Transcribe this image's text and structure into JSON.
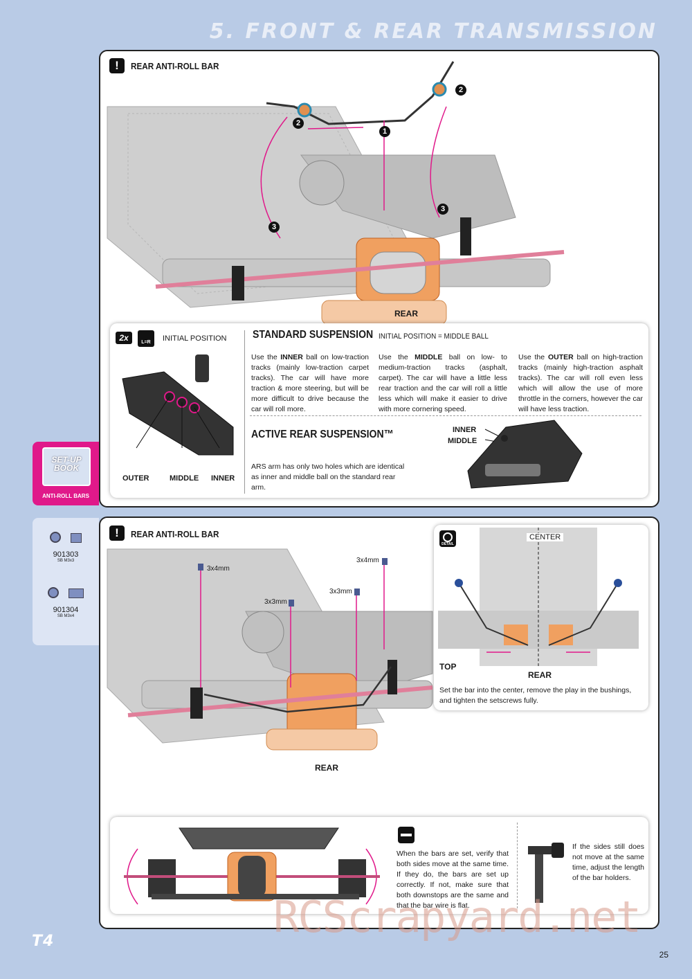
{
  "page_title": "5. FRONT & REAR TRANSMISSION",
  "top_panel": {
    "section_title": "REAR ANTI-ROLL BAR",
    "step_numbers": [
      "1",
      "2",
      "2",
      "3",
      "3"
    ],
    "rear_label": "REAR"
  },
  "setup_card": {
    "badge_2x": "2x",
    "badge_lr": "L=R",
    "initial_position": "INITIAL POSITION",
    "ball_labels": {
      "outer": "OUTER",
      "middle": "MIDDLE",
      "inner": "INNER"
    },
    "standard_title": "STANDARD SUSPENSION",
    "standard_subtitle": "INITIAL POSITION = MIDDLE BALL",
    "col_inner": {
      "pre": "Use the ",
      "bold": "INNER",
      "post": " ball on low-traction tracks (mainly low-traction carpet tracks). The car will have more traction & more steering, but will be more difficult to drive because the car will roll more."
    },
    "col_middle": {
      "pre": "Use the ",
      "bold": "MIDDLE",
      "post": " ball on low- to medium-traction tracks (asphalt, carpet). The car will have a little less rear traction and the car will roll a little less which will make it easier to drive with more cornering speed."
    },
    "col_outer": {
      "pre": "Use the ",
      "bold": "OUTER",
      "post": " ball on high-traction tracks (mainly high-traction asphalt tracks). The car will roll even less which will allow the use of more throttle in the corners, however the car will have less traction."
    },
    "ars_title": "ACTIVE REAR SUSPENSION™",
    "ars_text": "ARS arm has only two holes which are identical as inner and middle ball on the standard rear arm.",
    "ars_inner": "INNER",
    "ars_middle": "MIDDLE"
  },
  "setup_tab": {
    "book": "SET-UP BOOK",
    "caption": "ANTI-ROLL BARS"
  },
  "parts_tab": [
    {
      "code": "901303",
      "desc": "SB M3x3"
    },
    {
      "code": "901304",
      "desc": "SB M3x4"
    }
  ],
  "bottom_panel": {
    "section_title": "REAR ANTI-ROLL BAR",
    "screw_labels": {
      "a": "3x4mm",
      "b": "3x4mm",
      "c": "3x3mm",
      "d": "3x3mm"
    },
    "rear_label": "REAR",
    "detail": {
      "icon_label": "DETAIL",
      "center_label": "CENTER",
      "top_label": "TOP",
      "rear_label": "REAR",
      "text": "Set the bar into the center, remove the play in the bushings, and tighten the setscrews fully."
    },
    "check_card": {
      "text1": "When the bars are set, verify that both sides move at the same time. If they do, the bars are set up correctly. If not, make sure that both downstops are the same and that the bar wire is flat.",
      "text2": "If the sides still does not move at the same time, adjust the length of the bar holders."
    }
  },
  "watermark": "RCScrapyard.net",
  "logo": "T4",
  "page_number": "25",
  "colors": {
    "background": "#b9cbe6",
    "accent_magenta": "#e0198a",
    "orange": "#f0a060"
  }
}
